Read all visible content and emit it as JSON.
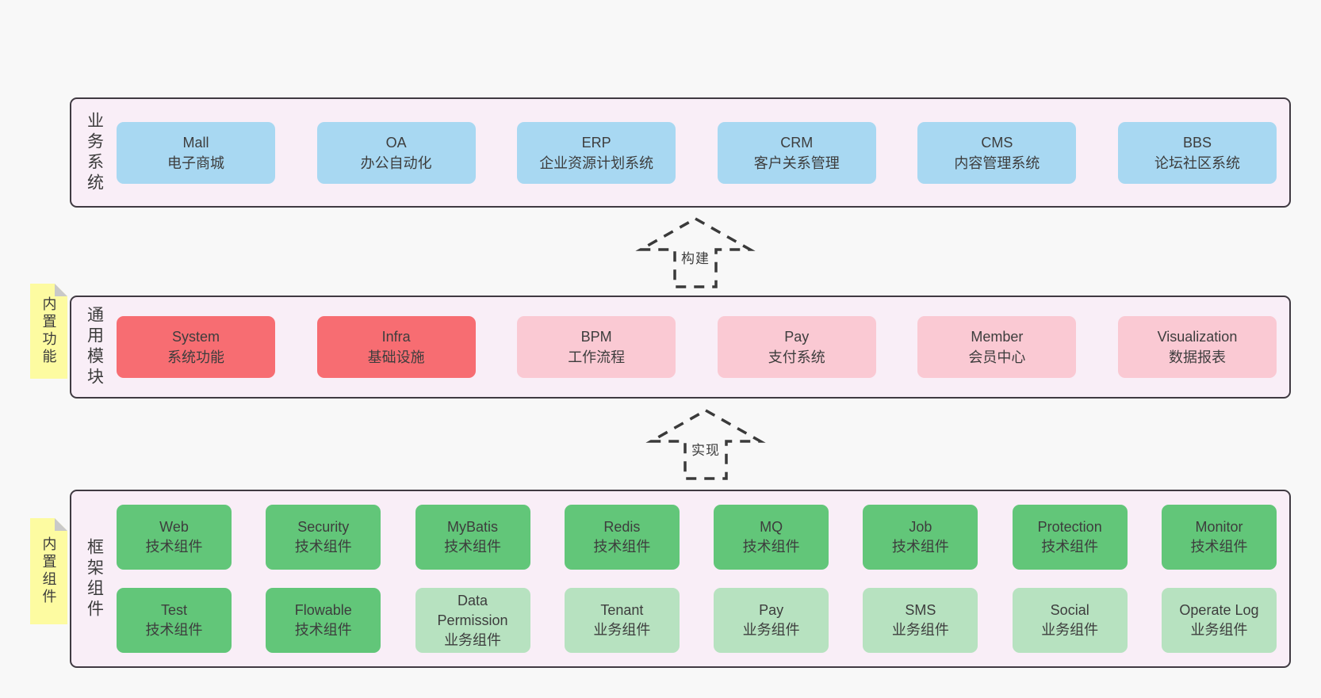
{
  "layers": {
    "business": {
      "label": "业务系统",
      "items": [
        {
          "name": "Mall",
          "desc": "电子商城"
        },
        {
          "name": "OA",
          "desc": "办公自动化"
        },
        {
          "name": "ERP",
          "desc": "企业资源计划系统"
        },
        {
          "name": "CRM",
          "desc": "客户关系管理"
        },
        {
          "name": "CMS",
          "desc": "内容管理系统"
        },
        {
          "name": "BBS",
          "desc": "论坛社区系统"
        }
      ]
    },
    "modules": {
      "label": "通用模块",
      "note": "内置功能",
      "items": [
        {
          "name": "System",
          "desc": "系统功能",
          "variant": "red"
        },
        {
          "name": "Infra",
          "desc": "基础设施",
          "variant": "red"
        },
        {
          "name": "BPM",
          "desc": "工作流程",
          "variant": "pink"
        },
        {
          "name": "Pay",
          "desc": "支付系统",
          "variant": "pink"
        },
        {
          "name": "Member",
          "desc": "会员中心",
          "variant": "pink"
        },
        {
          "name": "Visualization",
          "desc": "数据报表",
          "variant": "pink"
        }
      ]
    },
    "components": {
      "label": "框架组件",
      "note": "内置组件",
      "row1": [
        {
          "name": "Web",
          "desc": "技术组件",
          "variant": "green-dark"
        },
        {
          "name": "Security",
          "desc": "技术组件",
          "variant": "green-dark"
        },
        {
          "name": "MyBatis",
          "desc": "技术组件",
          "variant": "green-dark"
        },
        {
          "name": "Redis",
          "desc": "技术组件",
          "variant": "green-dark"
        },
        {
          "name": "MQ",
          "desc": "技术组件",
          "variant": "green-dark"
        },
        {
          "name": "Job",
          "desc": "技术组件",
          "variant": "green-dark"
        },
        {
          "name": "Protection",
          "desc": "技术组件",
          "variant": "green-dark"
        },
        {
          "name": "Monitor",
          "desc": "技术组件",
          "variant": "green-dark"
        }
      ],
      "row2": [
        {
          "name": "Test",
          "desc": "技术组件",
          "variant": "green-dark"
        },
        {
          "name": "Flowable",
          "desc": "技术组件",
          "variant": "green-dark"
        },
        {
          "name": "Data Permission",
          "desc": "业务组件",
          "variant": "green-light"
        },
        {
          "name": "Tenant",
          "desc": "业务组件",
          "variant": "green-light"
        },
        {
          "name": "Pay",
          "desc": "业务组件",
          "variant": "green-light"
        },
        {
          "name": "SMS",
          "desc": "业务组件",
          "variant": "green-light"
        },
        {
          "name": "Social",
          "desc": "业务组件",
          "variant": "green-light"
        },
        {
          "name": "Operate Log",
          "desc": "业务组件",
          "variant": "green-light"
        }
      ]
    }
  },
  "arrows": {
    "build": "构建",
    "implement": "实现"
  },
  "colors": {
    "page_bg": "#f8f8f8",
    "container_bg": "#f9eef7",
    "container_border": "#403a42",
    "blue": "#a8d8f2",
    "red": "#f76d72",
    "pink": "#fac9d3",
    "green_dark": "#62c679",
    "green_light": "#b7e2c0",
    "sticky_yellow": "#fdfba1",
    "sticky_fold": "#c9c9c9",
    "text": "#3d3d3d"
  }
}
